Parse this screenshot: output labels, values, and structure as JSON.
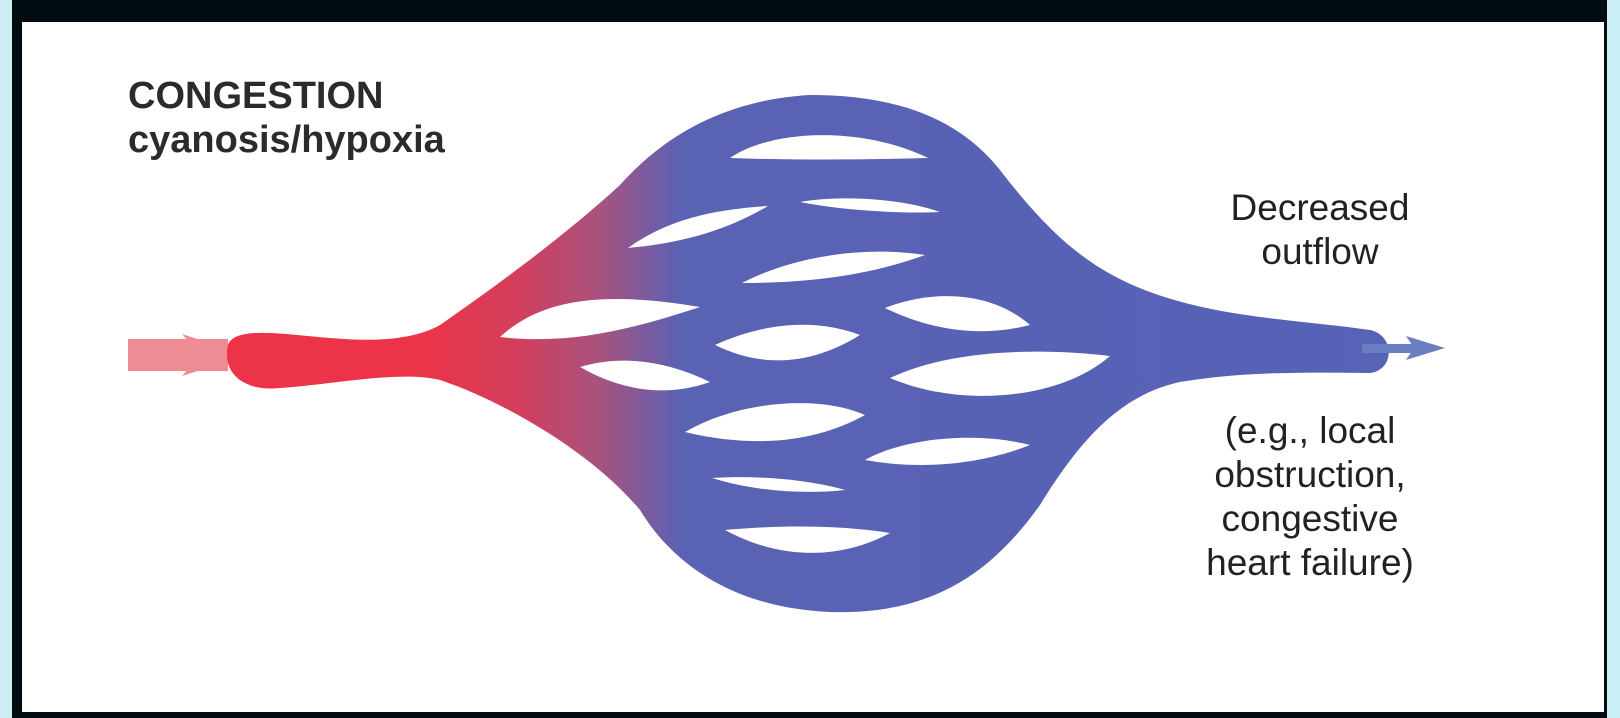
{
  "title": {
    "line1": "CONGESTION",
    "line2": "cyanosis/hypoxia"
  },
  "outflow_label": {
    "line1": "Decreased",
    "line2": "outflow"
  },
  "causes_label": {
    "line1": "(e.g., local",
    "line2": "obstruction,",
    "line3": "congestive",
    "line4": "heart failure)"
  },
  "colors": {
    "arterial_red": "#ec3347",
    "venous_blue": "#5563b7",
    "inflow_arrow": "#ee8c94",
    "outflow_arrow": "#6b7fc0",
    "border_dark": "#010b12",
    "border_light": "#cdeff6"
  },
  "icons": {
    "inflow": "arrow-right-icon",
    "outflow": "arrow-right-icon"
  }
}
